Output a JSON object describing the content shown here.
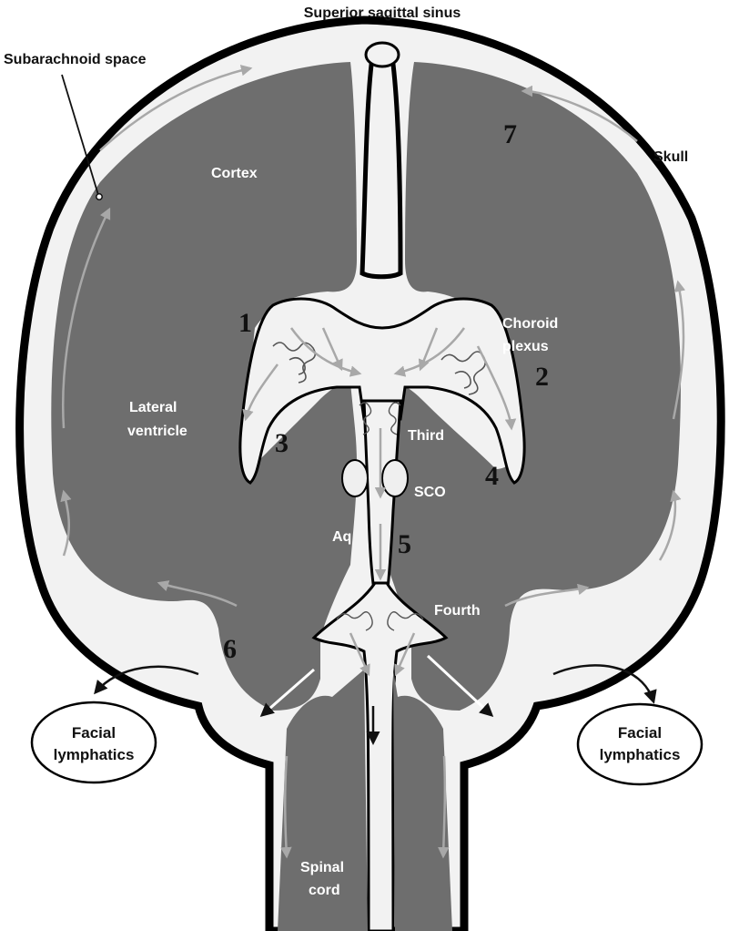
{
  "labels": {
    "superior_sagittal_sinus": "Superior sagittal sinus",
    "subarachnoid_space": "Subarachnoid space",
    "skull": "Skull",
    "cortex": "Cortex",
    "choroid_plexus_line1": "Choroid",
    "choroid_plexus_line2": "plexus",
    "lateral_ventricle_line1": "Lateral",
    "lateral_ventricle_line2": "ventricle",
    "third": "Third",
    "sco": "SCO",
    "aq": "Aq",
    "fourth": "Fourth",
    "spinal_cord_line1": "Spinal",
    "spinal_cord_line2": "cord"
  },
  "facial_lymphatics": {
    "left": {
      "line1": "Facial",
      "line2": "lymphatics"
    },
    "right": {
      "line1": "Facial",
      "line2": "lymphatics"
    }
  },
  "numbers": [
    "1",
    "2",
    "3",
    "4",
    "5",
    "6",
    "7"
  ],
  "colors": {
    "brain_fill": "#6e6e6e",
    "csf_space": "#f2f2f2",
    "skull": "#000000",
    "flow_arrow": "#a8a8a8",
    "sco_fill": "#efefef"
  }
}
